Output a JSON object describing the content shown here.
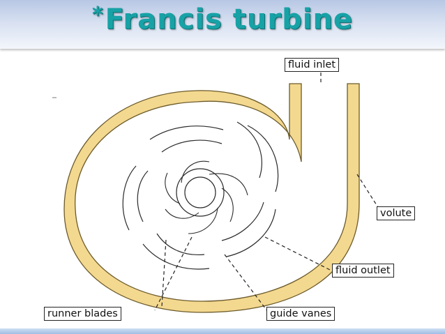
{
  "slide": {
    "title_mark": "*",
    "title": "Francis turbine"
  },
  "diagram": {
    "labels": {
      "fluid_inlet": "fluid inlet",
      "volute": "volute",
      "fluid_outlet": "fluid outlet",
      "runner_blades": "runner blades",
      "guide_vanes": "guide vanes"
    },
    "colors": {
      "casing_fill": "#f3d88f",
      "casing_stroke": "#6b5a2a",
      "title": "#17a2a6"
    }
  }
}
